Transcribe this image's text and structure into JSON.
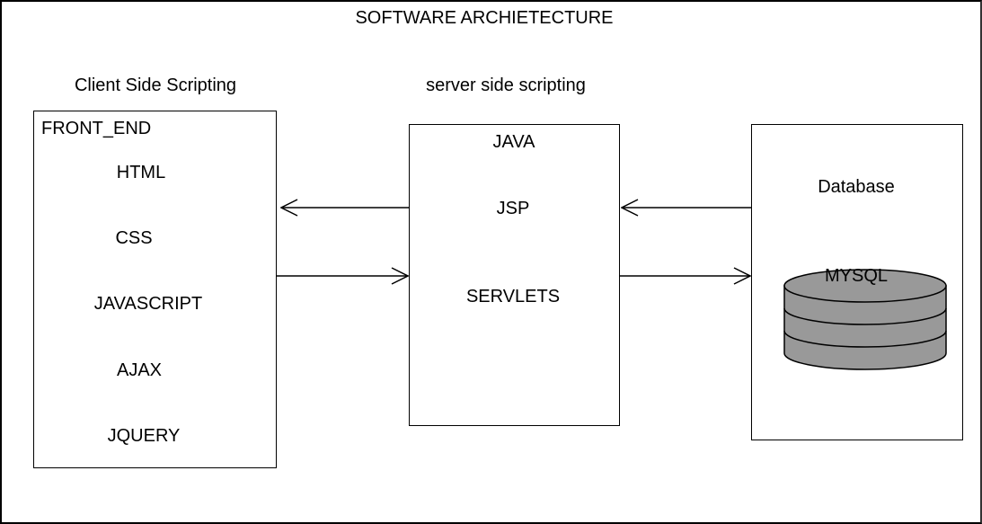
{
  "title": "SOFTWARE ARCHIETECTURE",
  "client": {
    "heading": "Client Side Scripting",
    "label": "FRONT_END",
    "items": [
      "HTML",
      "CSS",
      "JAVASCRIPT",
      "AJAX",
      "JQUERY"
    ]
  },
  "server": {
    "heading": "server side scripting",
    "items": [
      "JAVA",
      "JSP",
      "SERVLETS"
    ]
  },
  "database": {
    "label": "Database",
    "db_label": "MYSQL",
    "cylinder_color": "#999999"
  }
}
